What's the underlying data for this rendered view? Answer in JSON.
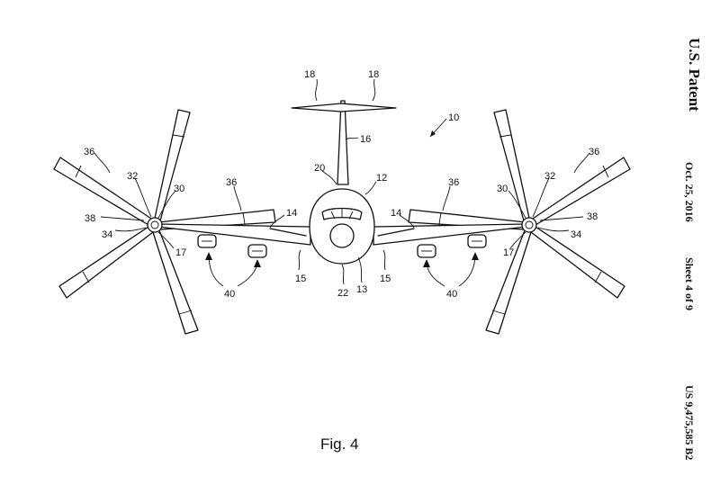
{
  "header": {
    "title": "U.S. Patent",
    "date": "Oct. 25, 2016",
    "sheet": "Sheet 4 of 9",
    "patent_number": "US 9,475,585 B2"
  },
  "figure": {
    "caption": "Fig. 4",
    "refs": {
      "r10": "10",
      "r12": "12",
      "r13": "13",
      "r14a": "14",
      "r14b": "14",
      "r15a": "15",
      "r15b": "15",
      "r16": "16",
      "r17a": "17",
      "r17b": "17",
      "r18a": "18",
      "r18b": "18",
      "r20": "20",
      "r22": "22",
      "r30a": "30",
      "r30b": "30",
      "r32a": "32",
      "r32b": "32",
      "r34a": "34",
      "r34b": "34",
      "r36a": "36",
      "r36b": "36",
      "r36c": "36",
      "r36d": "36",
      "r38a": "38",
      "r38b": "38",
      "r40a": "40",
      "r40b": "40"
    }
  }
}
